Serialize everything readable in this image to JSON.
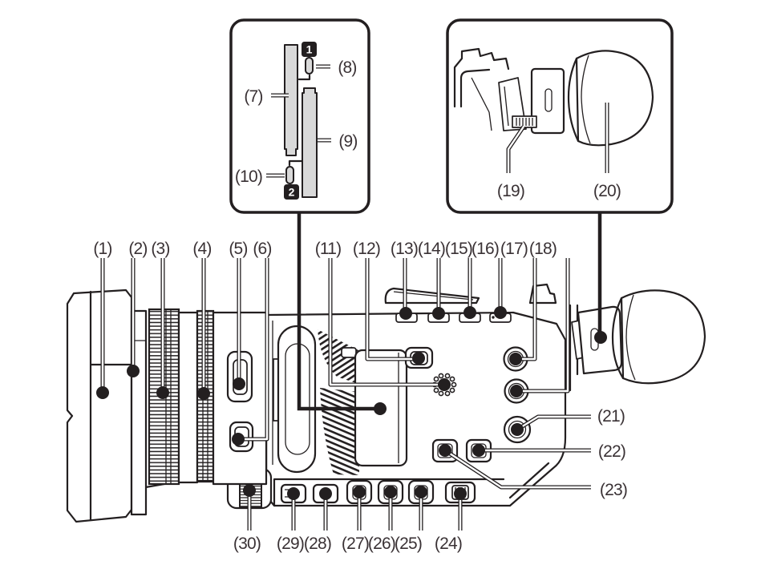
{
  "colors": {
    "ink": "#231f20",
    "label_text": "#3a3235",
    "card_fill": "#d9d9d9",
    "background": "#ffffff"
  },
  "callouts": {
    "lens_top": [
      "(1)",
      "(2)",
      "(3)",
      "(4)",
      "(5)",
      "(6)"
    ],
    "body_top": [
      "(11)",
      "(12)",
      "(13)",
      "(14)",
      "(15)",
      "(16)",
      "(17)",
      "(18)"
    ],
    "rear": [
      "(21)",
      "(22)",
      "(23)"
    ],
    "bottom": [
      "(30)",
      "(29)",
      "(28)",
      "(27)",
      "(26)",
      "(25)",
      "(24)"
    ]
  },
  "insets": {
    "card_slots": {
      "labels": [
        "(7)",
        "(8)",
        "(9)",
        "(10)"
      ],
      "slot_badges": [
        "1",
        "2"
      ]
    },
    "viewfinder": {
      "labels": [
        "(19)",
        "(20)"
      ]
    }
  }
}
